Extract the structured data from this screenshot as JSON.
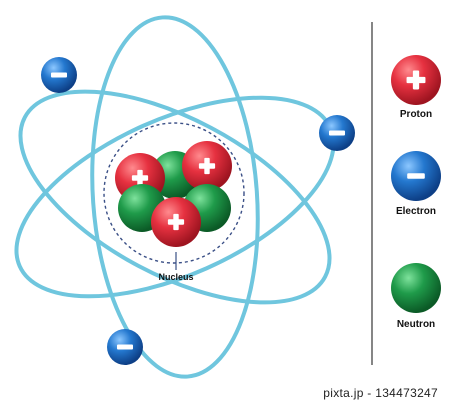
{
  "diagram": {
    "nucleus_label": "Nucleus",
    "legend": [
      {
        "label": "Proton",
        "icon": "plus-sign-icon"
      },
      {
        "label": "Electron",
        "icon": "minus-sign-icon"
      },
      {
        "label": "Neutron",
        "icon": "none"
      }
    ]
  },
  "colors": {
    "orbit": "#6fc6de",
    "nucleus_ring": "#3a4f86",
    "proton": "#e0303a",
    "electron": "#1e74c8",
    "neutron": "#21a04d",
    "divider": "#444444"
  },
  "watermark": "pixta.jp - 134473247"
}
